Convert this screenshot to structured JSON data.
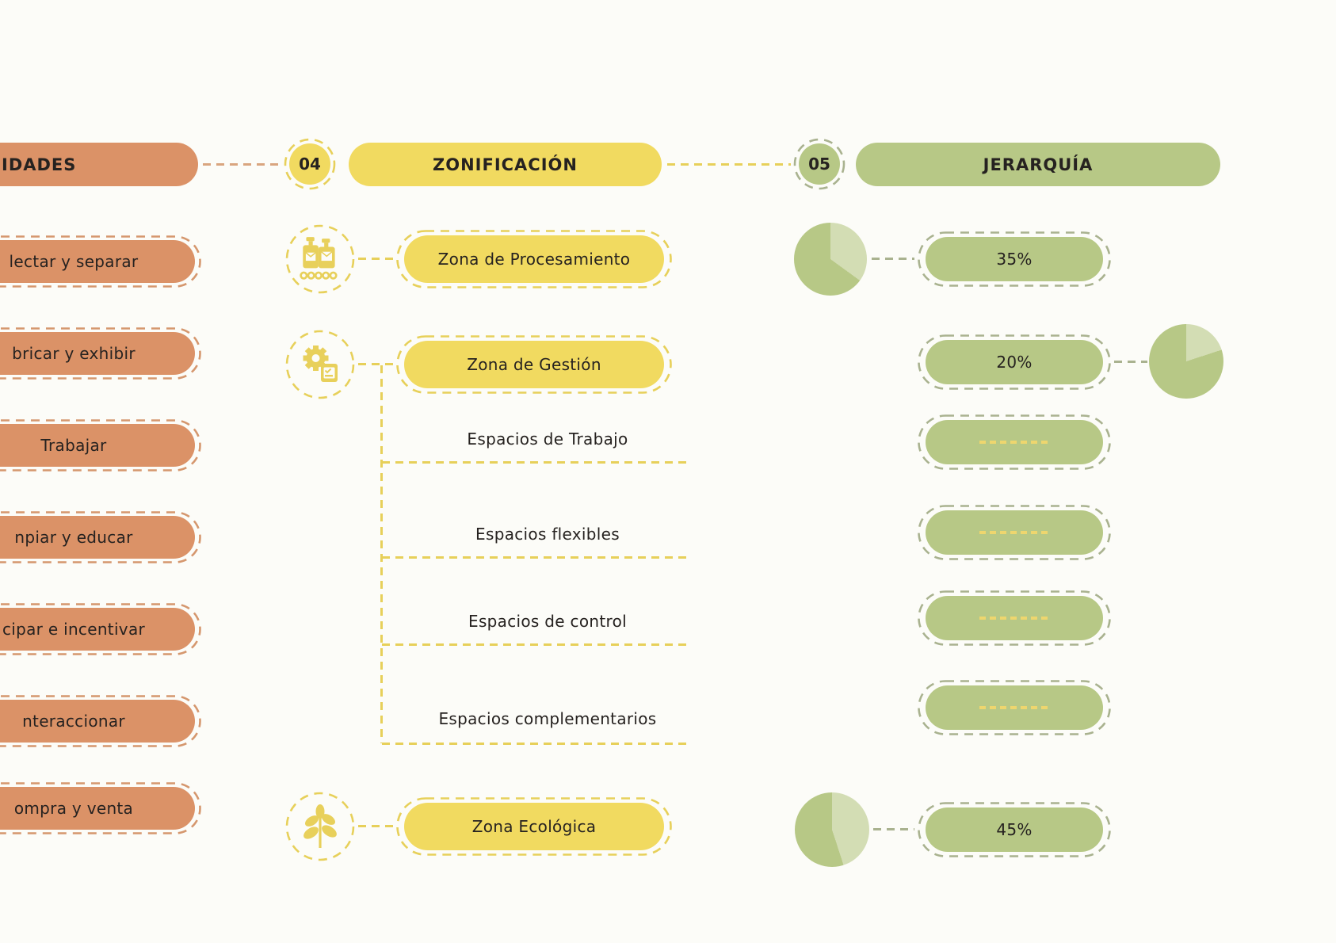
{
  "palette": {
    "background": "#fcfcf8",
    "orange": "#db9267",
    "orange_dash": "#d5976e",
    "yellow": "#f1da60",
    "yellow_dash": "#e7d05a",
    "green": "#b7c886",
    "green_dash": "#a9b28f",
    "green_light": "#d3ddb4",
    "placeholder_dash": "#eed66e",
    "text_dark": "#262220"
  },
  "left_column": {
    "header_label": "IDADES",
    "items": [
      "lectar y separar",
      "bricar y exhibir",
      "Trabajar",
      "npiar y educar",
      "cipar e incentivar",
      "nteraccionar",
      "ompra y venta"
    ]
  },
  "middle_column": {
    "badge_number": "04",
    "header_label": "ZONIFICACIÓN",
    "zones": [
      {
        "label": "Zona de Procesamiento",
        "icon": "bottles-conveyor-icon"
      },
      {
        "label": "Zona de Gestión",
        "icon": "gear-checklist-icon"
      },
      {
        "label": "Zona Ecológica",
        "icon": "plant-sprig-icon"
      }
    ],
    "sub_spaces": [
      "Espacios de Trabajo",
      "Espacios flexibles",
      "Espacios de control",
      "Espacios complementarios"
    ]
  },
  "right_column": {
    "badge_number": "05",
    "header_label": "JERARQUÍA",
    "rows": [
      {
        "type": "pie-left",
        "value": "35%",
        "pie_pct": 35
      },
      {
        "type": "pie-right",
        "value": "20%",
        "pie_pct": 20
      },
      {
        "type": "placeholder"
      },
      {
        "type": "placeholder"
      },
      {
        "type": "placeholder"
      },
      {
        "type": "placeholder"
      },
      {
        "type": "pie-left",
        "value": "45%",
        "pie_pct": 45
      }
    ]
  },
  "chart_data": {
    "type": "pie",
    "title": "JERARQUÍA",
    "legend_position": "none",
    "pies": [
      {
        "linked_zone": "Zona de Procesamiento",
        "value_pct": 35
      },
      {
        "linked_zone": "Zona de Gestión",
        "value_pct": 20
      },
      {
        "linked_zone": "Zona Ecológica",
        "value_pct": 45
      }
    ]
  }
}
